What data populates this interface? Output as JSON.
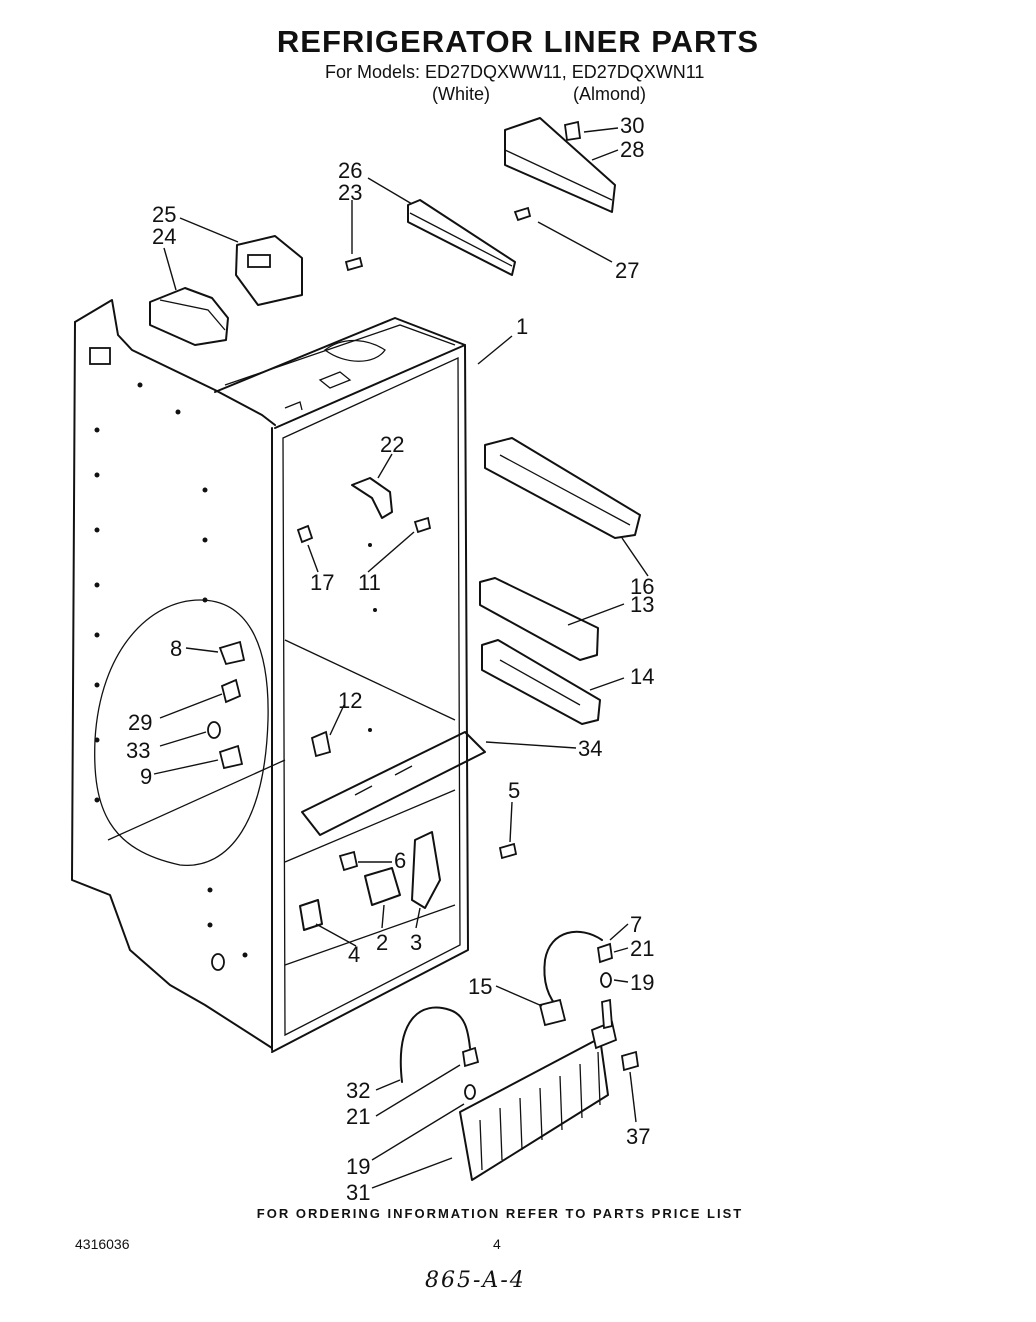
{
  "header": {
    "title": "REFRIGERATOR LINER PARTS",
    "models_line": "For Models: ED27DQXWW11, ED27DQXWN11",
    "variant_white": "(White)",
    "variant_almond": "(Almond)"
  },
  "callouts": {
    "c30": "30",
    "c28": "28",
    "c26": "26",
    "c23": "23",
    "c25": "25",
    "c24": "24",
    "c27": "27",
    "c1": "1",
    "c22": "22",
    "c16": "16",
    "c17": "17",
    "c11": "11",
    "c13": "13",
    "c14": "14",
    "c8": "8",
    "c12": "12",
    "c29": "29",
    "c33": "33",
    "c9": "9",
    "c34": "34",
    "c5": "5",
    "c6": "6",
    "c2": "2",
    "c3": "3",
    "c4": "4",
    "c7": "7",
    "c21a": "21",
    "c19a": "19",
    "c15": "15",
    "c32": "32",
    "c21b": "21",
    "c37": "37",
    "c19b": "19",
    "c31": "31"
  },
  "footer": {
    "ordering_note": "FOR ORDERING INFORMATION REFER TO PARTS PRICE LIST",
    "doc_number": "4316036",
    "page_number": "4",
    "handwritten_note": "865-A-4"
  }
}
